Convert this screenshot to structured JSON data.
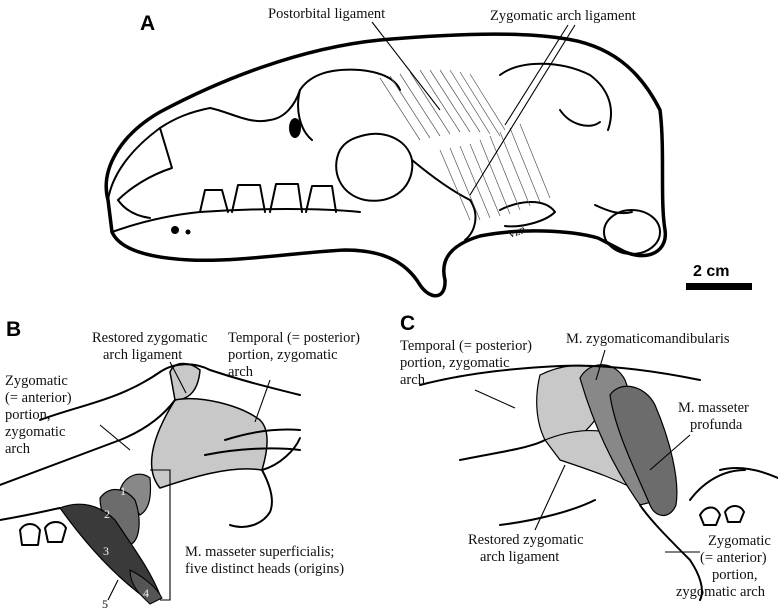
{
  "panels": {
    "a": "A",
    "b": "B",
    "c": "C"
  },
  "scale_bar": {
    "label": "2 cm"
  },
  "panel_a": {
    "labels": {
      "postorbital": "Postorbital ligament",
      "zygomatic_arch_ligament": "Zygomatic arch ligament",
      "signature": "vzn"
    }
  },
  "panel_b": {
    "labels": {
      "restored_ligament": [
        "Restored zygomatic",
        "arch ligament"
      ],
      "temporal": [
        "Temporal (= posterior)",
        "portion, zygomatic",
        "arch"
      ],
      "zygomatic": [
        "Zygomatic",
        "(= anterior)",
        "portion,",
        "zygomatic",
        "arch"
      ],
      "masseter": [
        "M. masseter superficialis;",
        "five distinct heads (origins)"
      ]
    },
    "heads": [
      "1",
      "2",
      "3",
      "4",
      "5"
    ]
  },
  "panel_c": {
    "labels": {
      "temporal": [
        "Temporal (= posterior)",
        "portion, zygomatic",
        "arch"
      ],
      "zygomaticomandibularis": "M. zygomaticomandibularis",
      "masseter_profunda": [
        "M. masseter",
        "profunda"
      ],
      "restored_ligament": [
        "Restored zygomatic",
        "arch ligament"
      ],
      "zygomatic": [
        "Zygomatic",
        "(= anterior)",
        "portion,",
        "zygomatic arch"
      ]
    }
  },
  "colors": {
    "ligament_fill": "#c8c8c8",
    "muscle_mid": "#888888",
    "muscle_dark": "#555555",
    "muscle_darkest": "#3a3a3a"
  }
}
